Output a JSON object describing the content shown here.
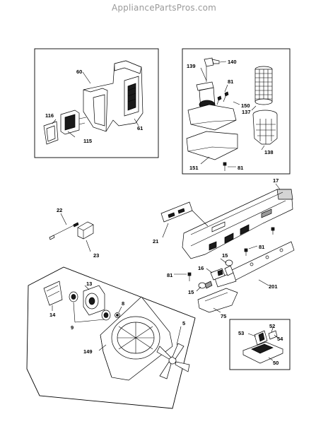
{
  "watermark": "AppliancePartsPros.com",
  "labels": {
    "p60": "60",
    "p116": "116",
    "p115": "115",
    "p61": "61",
    "p139": "139",
    "p140": "140",
    "p81a": "81",
    "p150": "150",
    "p137": "137",
    "p151": "151",
    "p81b": "81",
    "p138": "138",
    "p17": "17",
    "p22": "22",
    "p21": "21",
    "p23": "23",
    "p15a": "15",
    "p81c": "81",
    "p81d": "81",
    "p16": "16",
    "p201": "201",
    "p15b": "15",
    "p75": "75",
    "p13": "13",
    "p14": "14",
    "p8": "8",
    "p9": "9",
    "p5": "5",
    "p149": "149",
    "p52": "52",
    "p53": "53",
    "p54": "54",
    "p50": "50"
  }
}
